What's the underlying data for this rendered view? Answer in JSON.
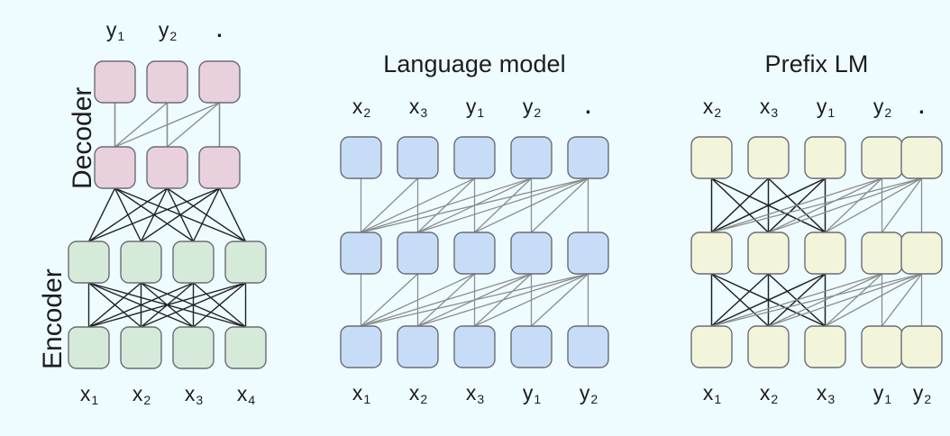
{
  "figure": {
    "background_color": "#eefcff",
    "description": "Schematic comparison of three Transformer architectures: encoder-decoder, language model, and prefix LM"
  },
  "panels": [
    {
      "id": "encoder-decoder",
      "title": "",
      "side_labels": [
        {
          "name": "decoder",
          "text": "Decoder"
        },
        {
          "name": "encoder",
          "text": "Encoder"
        }
      ],
      "node_color_decoder": "#e8d0dc",
      "node_color_encoder": "#d6ead9",
      "node_border": "#6b6b78",
      "top_tokens": [
        "y",
        "y",
        "."
      ],
      "top_token_subs": [
        "1",
        "2",
        ""
      ],
      "bottom_tokens": [
        "x",
        "x",
        "x",
        "x"
      ],
      "bottom_token_subs": [
        "1",
        "2",
        "3",
        "4"
      ],
      "rows": [
        {
          "name": "decoder-output-row",
          "count": 3,
          "color": "#e8d0dc"
        },
        {
          "name": "decoder-hidden-row",
          "count": 3,
          "color": "#e8d0dc"
        },
        {
          "name": "encoder-output-row",
          "count": 4,
          "color": "#d6ead9"
        },
        {
          "name": "encoder-input-row",
          "count": 4,
          "color": "#d6ead9"
        }
      ],
      "connection_types": [
        {
          "between": "decoder-hidden-to-output",
          "pattern": "causal",
          "color": "#8c8c8c"
        },
        {
          "between": "encoder-to-decoder",
          "pattern": "fully-connected",
          "color": "#212121"
        },
        {
          "between": "encoder-input-to-output",
          "pattern": "fully-connected",
          "color": "#212121"
        }
      ]
    },
    {
      "id": "language-model",
      "title": "Language model",
      "side_labels": [],
      "node_color": "#c7ddf7",
      "node_border": "#6b6b78",
      "top_tokens": [
        "x",
        "x",
        "y",
        "y",
        "."
      ],
      "top_token_subs": [
        "2",
        "3",
        "1",
        "2",
        ""
      ],
      "bottom_tokens": [
        "x",
        "x",
        "x",
        "y",
        "y"
      ],
      "bottom_token_subs": [
        "1",
        "2",
        "3",
        "1",
        "2"
      ],
      "rows": [
        {
          "name": "lm-output-row",
          "count": 5,
          "color": "#c7ddf7"
        },
        {
          "name": "lm-hidden-row",
          "count": 5,
          "color": "#c7ddf7"
        },
        {
          "name": "lm-input-row",
          "count": 5,
          "color": "#c7ddf7"
        }
      ],
      "connection_types": [
        {
          "between": "all-layers",
          "pattern": "causal",
          "color": "#8c8c8c"
        }
      ]
    },
    {
      "id": "prefix-lm",
      "title": "Prefix LM",
      "side_labels": [],
      "node_color": "#f2f5da",
      "node_border": "#6b6b78",
      "top_tokens": [
        "x",
        "x",
        "y",
        "y",
        "."
      ],
      "top_token_subs": [
        "2",
        "3",
        "1",
        "2",
        ""
      ],
      "bottom_tokens": [
        "x",
        "x",
        "x",
        "y",
        "y"
      ],
      "bottom_token_subs": [
        "1",
        "2",
        "3",
        "1",
        "2"
      ],
      "prefix_length": 3,
      "rows": [
        {
          "name": "prefixlm-output-row",
          "count": 5,
          "color": "#f2f5da"
        },
        {
          "name": "prefixlm-hidden-row",
          "count": 5,
          "color": "#f2f5da"
        },
        {
          "name": "prefixlm-input-row",
          "count": 5,
          "color": "#f2f5da"
        }
      ],
      "connection_types": [
        {
          "between": "prefix-columns",
          "pattern": "fully-connected",
          "color": "#212121"
        },
        {
          "between": "target-columns",
          "pattern": "causal",
          "color": "#8c8c8c"
        }
      ]
    }
  ]
}
